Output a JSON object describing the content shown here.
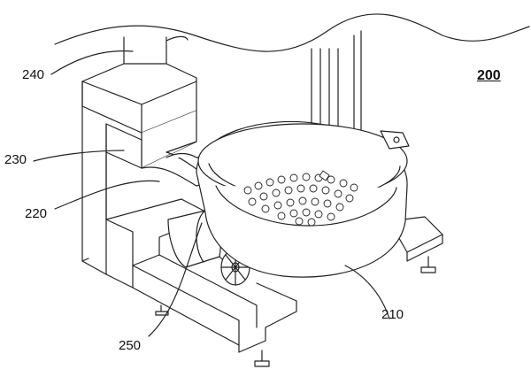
{
  "figure": {
    "number": "200",
    "labels": [
      {
        "id": "240",
        "text": "240",
        "part": "vertical-pipe"
      },
      {
        "id": "230",
        "text": "230",
        "part": "hopper-block"
      },
      {
        "id": "220",
        "text": "220",
        "part": "curved-chute"
      },
      {
        "id": "250",
        "text": "250",
        "part": "drive-motor"
      },
      {
        "id": "210",
        "text": "210",
        "part": "bowl"
      }
    ]
  }
}
